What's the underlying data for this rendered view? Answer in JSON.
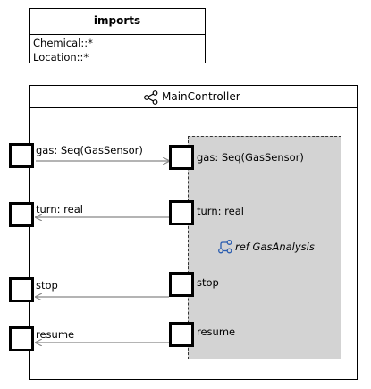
{
  "imports": {
    "title": "imports",
    "lines": [
      "Chemical::*",
      "Location::*"
    ]
  },
  "controller": {
    "name": "MainController",
    "icon": "controller-icon"
  },
  "ref_module": {
    "label": "ref GasAnalysis",
    "icon": "module-ref-icon",
    "fill": "#d3d3d3"
  },
  "connections": [
    {
      "outer_label": "gas: Seq(GasSensor)",
      "inner_label": "gas: Seq(GasSensor)",
      "direction": "in"
    },
    {
      "outer_label": "turn: real",
      "inner_label": "turn: real",
      "direction": "out"
    },
    {
      "outer_label": "stop",
      "inner_label": "stop",
      "direction": "out"
    },
    {
      "outer_label": "resume",
      "inner_label": "resume",
      "direction": "out"
    }
  ],
  "colors": {
    "arrow": "#888888",
    "border": "#000000"
  }
}
